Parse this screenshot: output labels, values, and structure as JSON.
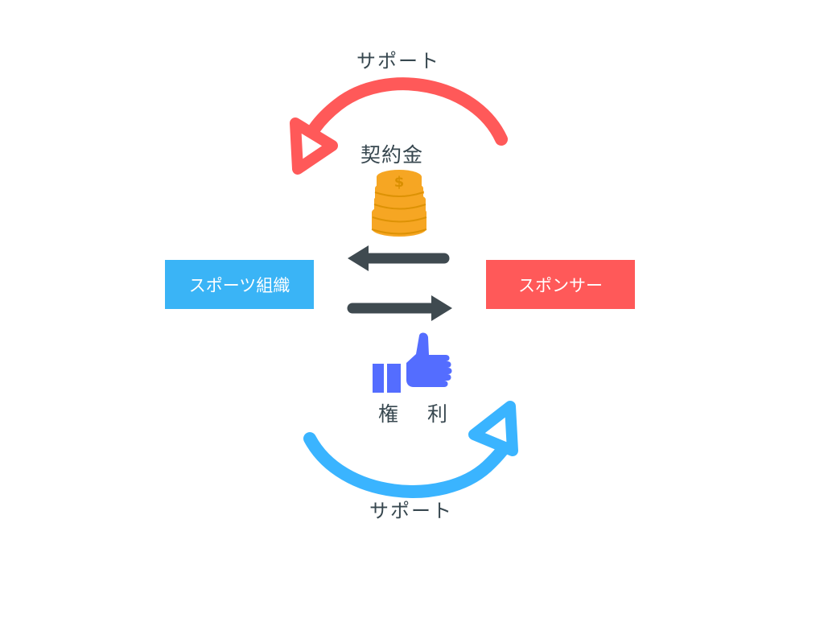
{
  "diagram": {
    "top_cycle_label": "サポート",
    "bottom_cycle_label": "サポート",
    "money_label": "契約金",
    "rights_label": "権 利",
    "organization_label": "スポーツ組織",
    "sponsor_label": "スポンサー"
  },
  "colors": {
    "top_cycle": "#ff5959",
    "bottom_cycle": "#3ab4ff",
    "organization_box": "#3ab4f6",
    "sponsor_box": "#ff5959",
    "arrow": "#3f4a50",
    "coins": "#f6a623",
    "thumbs_up": "#546dff"
  },
  "icons": {
    "money": "coin-stack-icon",
    "rights": "thumbs-up-icon"
  }
}
